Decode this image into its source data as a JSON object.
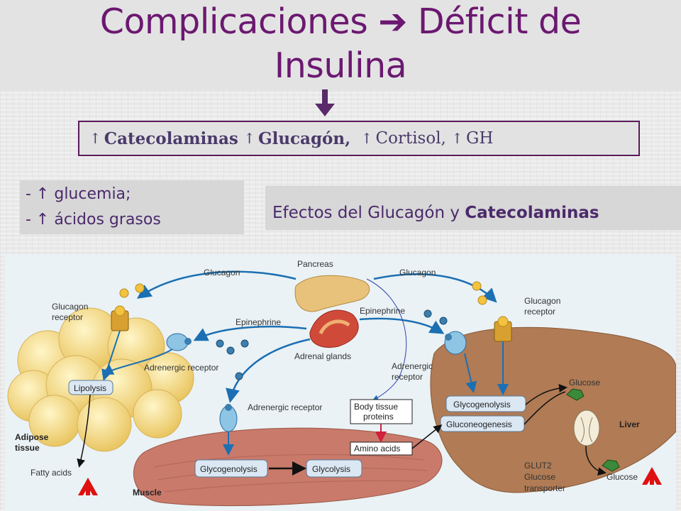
{
  "title": {
    "line1": "Complicaciones ➔ Déficit de",
    "line2": "Insulina"
  },
  "hormones": {
    "items": [
      {
        "arrow": "↑",
        "text": "Catecolaminas",
        "bold": true
      },
      {
        "arrow": "↑",
        "text": "Glucagón,",
        "bold": true
      },
      {
        "arrow": "↑",
        "text": "Cortisol,",
        "bold": false
      },
      {
        "arrow": "↑",
        "text": "GH",
        "bold": false
      }
    ]
  },
  "effects_list": {
    "items": [
      "- ↑ glucemia;",
      "- ↑ ácidos grasos"
    ]
  },
  "effects_title": {
    "prefix": "Efectos del  Glucagón y ",
    "bold": "Catecolaminas"
  },
  "diagram": {
    "labels": {
      "pancreas": "Pancreas",
      "glucagon_left": "Glucagon",
      "glucagon_right": "Glucagon",
      "glucagon_receptor_left_1": "Glucagon",
      "glucagon_receptor_left_2": "receptor",
      "glucagon_receptor_right_1": "Glucagon",
      "glucagon_receptor_right_2": "receptor",
      "epinephrine_left": "Epinephrine",
      "epinephrine_right": "Epinephrine",
      "adrenal_glands": "Adrenal glands",
      "adrenergic_receptor_left": "Adrenergic receptor",
      "adrenergic_receptor_mid": "Adrenergic receptor",
      "adrenergic_receptor_right_1": "Adrenergic",
      "adrenergic_receptor_right_2": "receptor",
      "lipolysis": "Lipolysis",
      "adipose_1": "Adipose",
      "adipose_2": "tissue",
      "fatty_acids": "Fatty acids",
      "muscle": "Muscle",
      "glycogenolysis_muscle": "Glycogenolysis",
      "glycolysis": "Glycolysis",
      "body_tissue_1": "Body tissue",
      "body_tissue_2": "proteins",
      "amino_acids": "Amino acids",
      "glycogenolysis_liver": "Glycogenolysis",
      "gluconeogenesis": "Gluconeogenesis",
      "glucose_top": "Glucose",
      "liver": "Liver",
      "glut2_1": "GLUT2",
      "glut2_2": "Glucose",
      "glut2_3": "transporter",
      "glucose_bottom": "Glucose"
    }
  },
  "colors": {
    "title": "#6b1870",
    "text": "#4b2a6b",
    "arrow_blue": "#1c6fb3",
    "red_arrow": "#e01010",
    "adipose": "#f3d98a",
    "liver": "#b07b55",
    "muscle": "#c97a6a"
  },
  "icons": [
    "down-arrow-icon",
    "up-arrow-icon",
    "red-up-arrow-icon"
  ]
}
